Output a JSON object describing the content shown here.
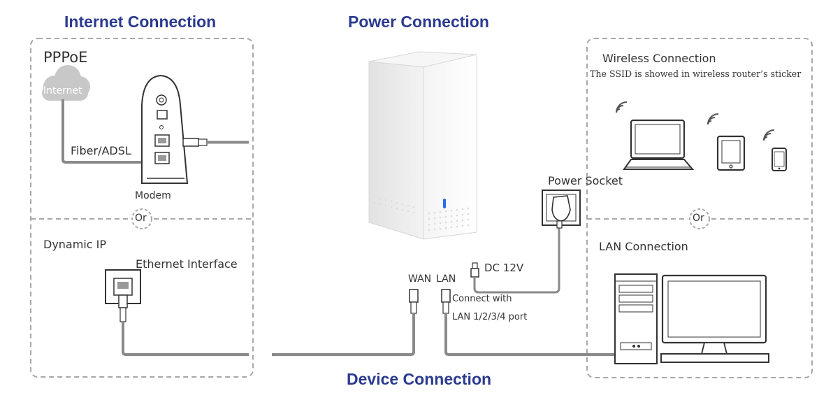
{
  "headings": {
    "internet": "Internet Connection",
    "power": "Power Connection",
    "device": "Device Connection"
  },
  "internet_panel": {
    "pppoe": "PPPoE",
    "cloud": "Internet",
    "fiber": "Fiber/ADSL",
    "modem": "Modem",
    "or": "Or",
    "dynamic_ip": "Dynamic IP",
    "ethernet": "Ethernet Interface"
  },
  "power_panel": {
    "socket": "Power Socket",
    "dc": "DC 12V",
    "wan": "WAN",
    "lan": "LAN",
    "connect_line1": "Connect with",
    "connect_line2": "LAN 1/2/3/4 port"
  },
  "device_panel": {
    "wireless": "Wireless Connection",
    "ssid_note": "The SSID is showed in wireless router’s sticker",
    "or": "Or",
    "lan_connection": "LAN Connection"
  },
  "colors": {
    "heading": "#2b3a8f",
    "cable": "#8a8a8a",
    "dashed_border": "#a8a8a8",
    "led": "#2a6cf0"
  }
}
